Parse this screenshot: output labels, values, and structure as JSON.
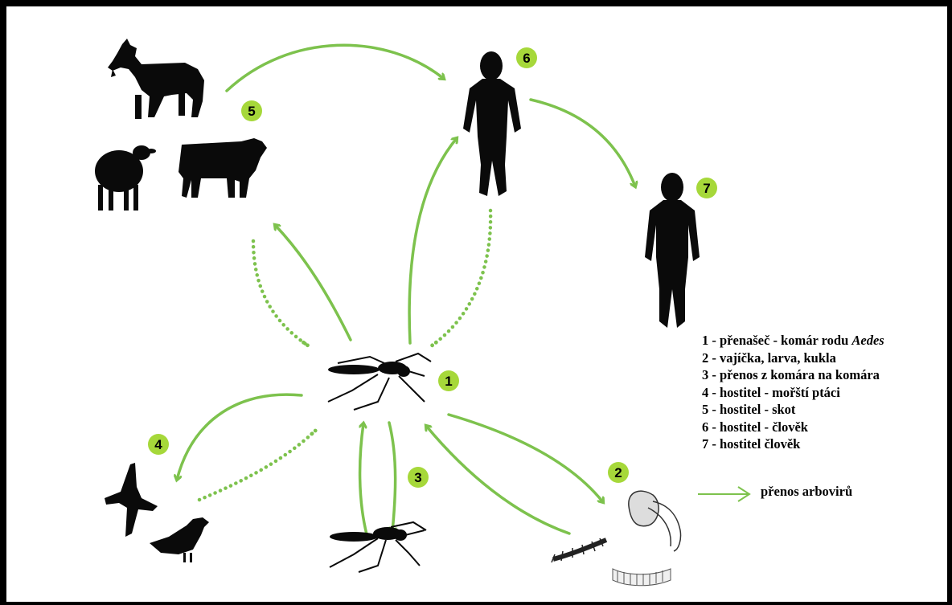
{
  "badges": {
    "n1": "1",
    "n2": "2",
    "n3": "3",
    "n4": "4",
    "n5": "5",
    "n6": "6",
    "n7": "7"
  },
  "legend": {
    "item1_prefix": "1 - přenašeč  - komár rodu ",
    "item1_italic": "Aedes",
    "item2": "2 - vajíčka, larva, kukla",
    "item3": "3 - přenos z komára na komára",
    "item4": "4 - hostitel - mořští ptáci",
    "item5": "5 - hostitel - skot",
    "item6": "6 - hostitel - člověk",
    "item7": "7 - hostitel člověk",
    "arrow_key": "přenos arbovirů"
  },
  "colors": {
    "arrow": "#7dc24d",
    "badge": "#a6d83a",
    "silhouette": "#0a0a0a"
  },
  "icons": [
    "goat-icon",
    "sheep-icon",
    "cow-icon",
    "human-icon",
    "mosquito-icon",
    "seabird-icon",
    "gull-icon",
    "larva-icon",
    "pupa-icon",
    "egg-raft-icon"
  ]
}
